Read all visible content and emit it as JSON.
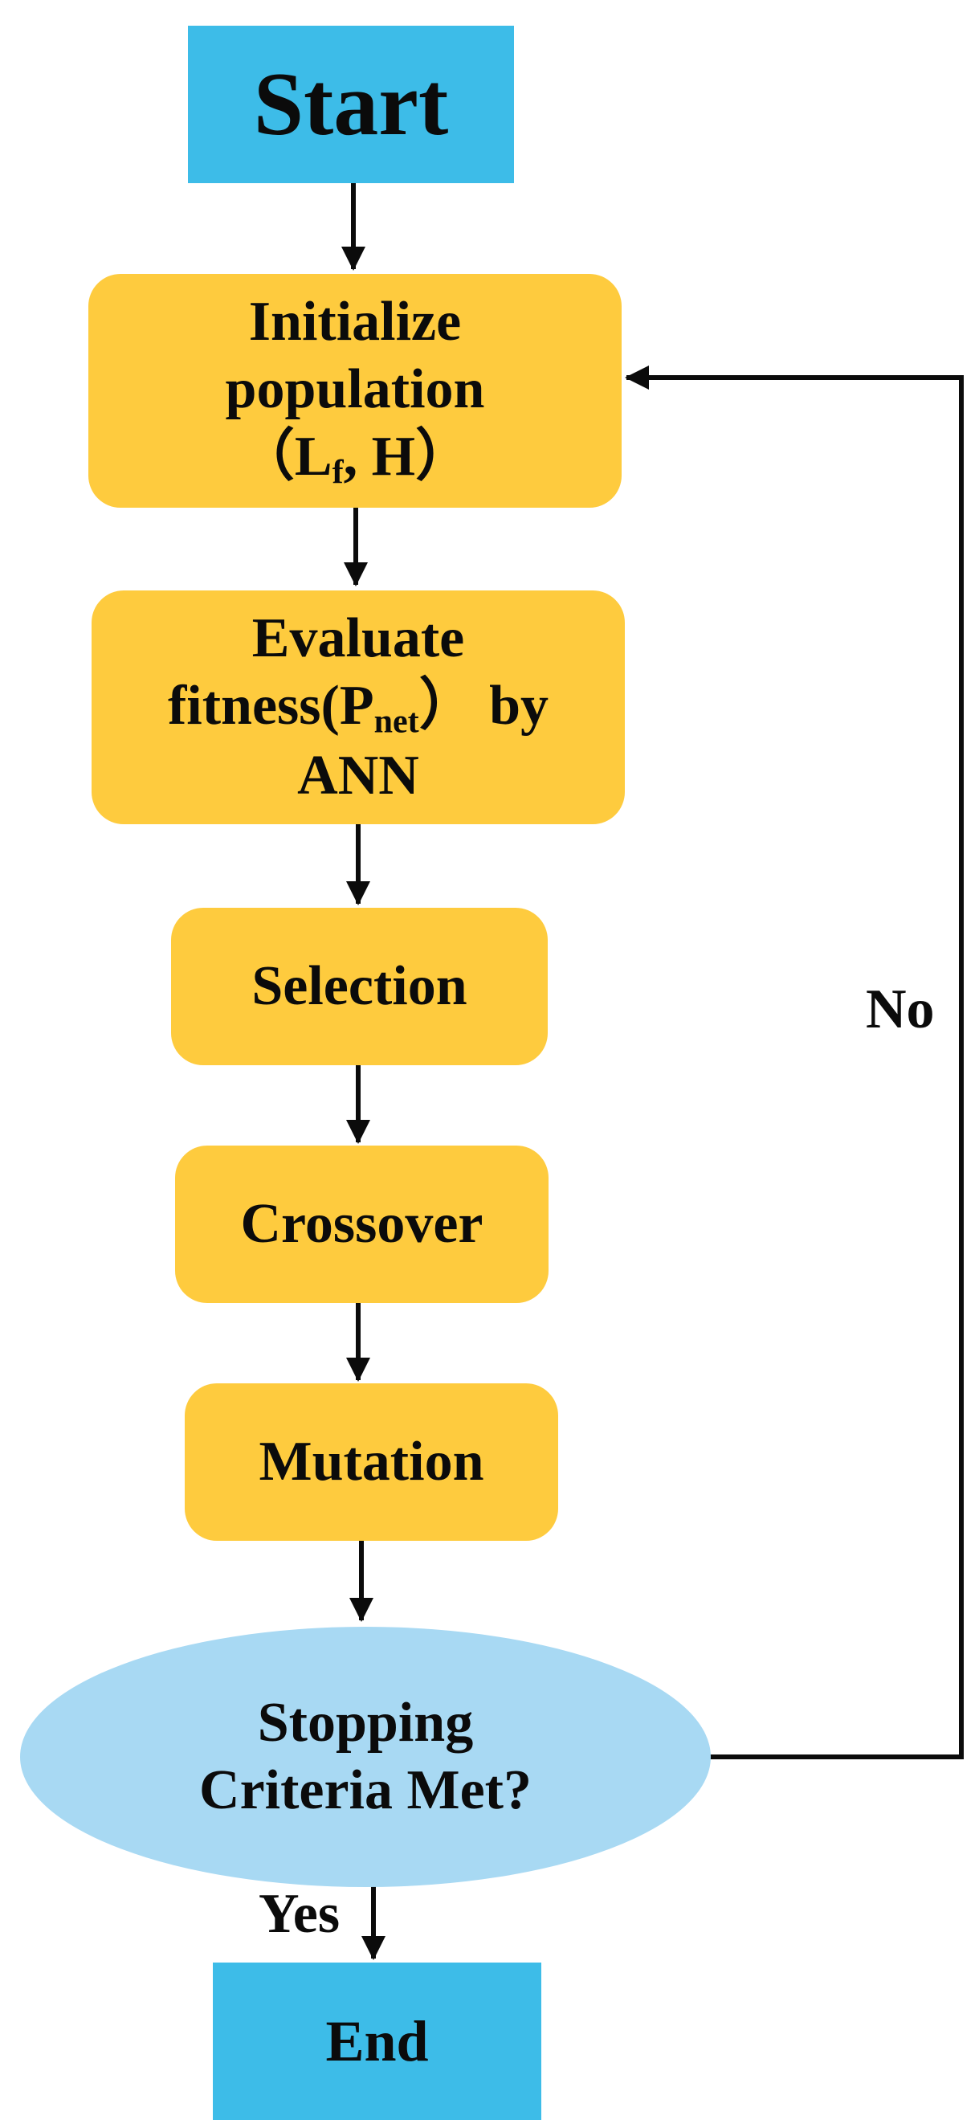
{
  "colors": {
    "terminal": "#3dbce8",
    "process": "#fecb3e",
    "decision": "#a8d9f3",
    "line": "#0b0b0b"
  },
  "nodes": {
    "start": {
      "label": "Start"
    },
    "initialize": {
      "line1": "Initialize",
      "line2": "population",
      "line3_open": "（L",
      "line3_sub": "f",
      "line3_close": ", H）"
    },
    "evaluate": {
      "line1": "Evaluate",
      "line2_pre": "fitness(P",
      "line2_sub": "net",
      "line2_post": "） by",
      "line3": "ANN"
    },
    "selection": {
      "label": "Selection"
    },
    "crossover": {
      "label": "Crossover"
    },
    "mutation": {
      "label": "Mutation"
    },
    "decision": {
      "line1": "Stopping",
      "line2": "Criteria Met?"
    },
    "end": {
      "label": "End"
    }
  },
  "edges": {
    "no_label": "No",
    "yes_label": "Yes"
  }
}
